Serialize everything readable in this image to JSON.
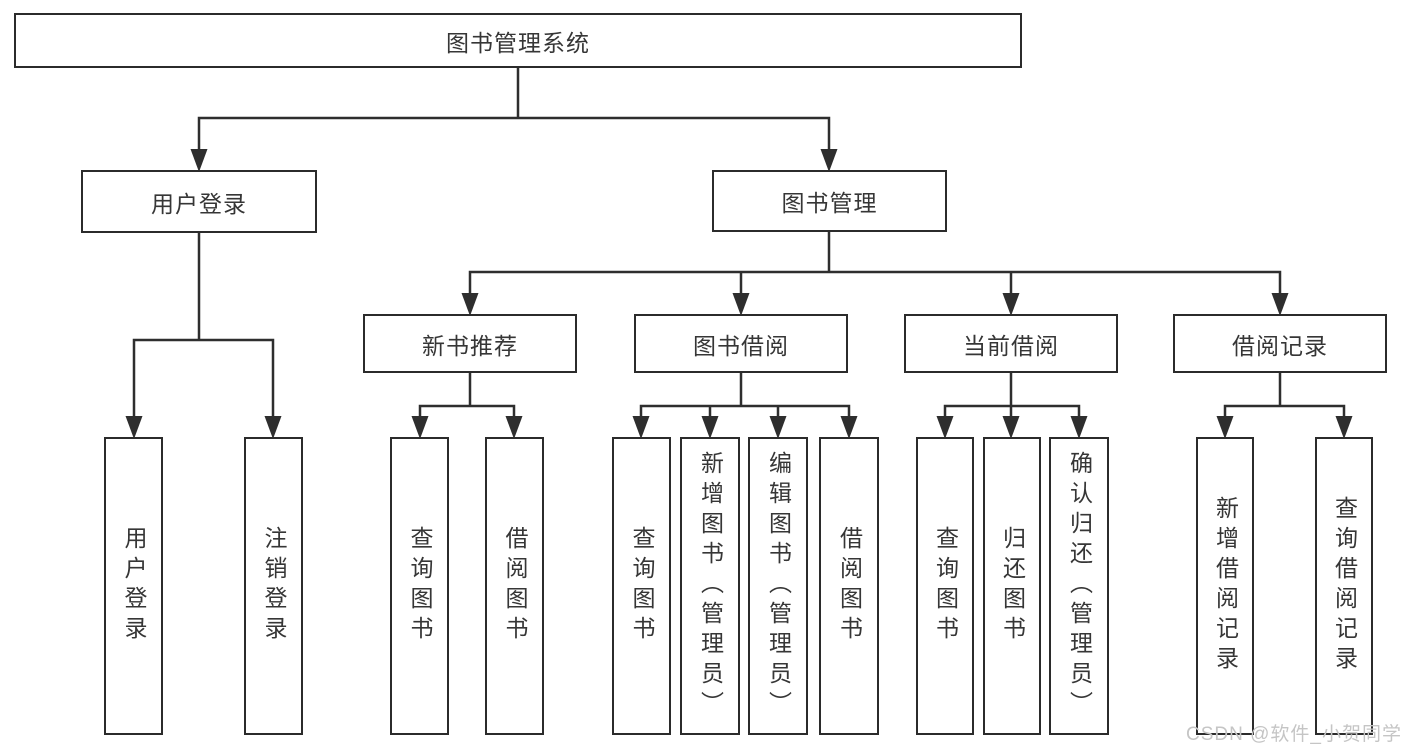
{
  "diagram": {
    "type": "hierarchy",
    "root": {
      "label": "图书管理系统"
    },
    "branches": [
      {
        "label": "用户登录",
        "children": [
          {
            "label": "用户登录"
          },
          {
            "label": "注销登录"
          }
        ]
      },
      {
        "label": "图书管理",
        "children": [
          {
            "label": "新书推荐",
            "children": [
              {
                "label": "查询图书"
              },
              {
                "label": "借阅图书"
              }
            ]
          },
          {
            "label": "图书借阅",
            "children": [
              {
                "label": "查询图书"
              },
              {
                "label": "新增图书（管理员）"
              },
              {
                "label": "编辑图书（管理员）"
              },
              {
                "label": "借阅图书"
              }
            ]
          },
          {
            "label": "当前借阅",
            "children": [
              {
                "label": "查询图书"
              },
              {
                "label": "归还图书"
              },
              {
                "label": "确认归还（管理员）"
              }
            ]
          },
          {
            "label": "借阅记录",
            "children": [
              {
                "label": "新增借阅记录"
              },
              {
                "label": "查询借阅记录"
              }
            ]
          }
        ]
      }
    ],
    "watermark": "CSDN @软件_小贺同学",
    "colors": {
      "background": "#ffffff",
      "box_fill": "#ffffff",
      "box_border": "#2b2b2b",
      "line": "#2e2e2e",
      "text": "#363636",
      "watermark": "#c5c5c5"
    }
  }
}
